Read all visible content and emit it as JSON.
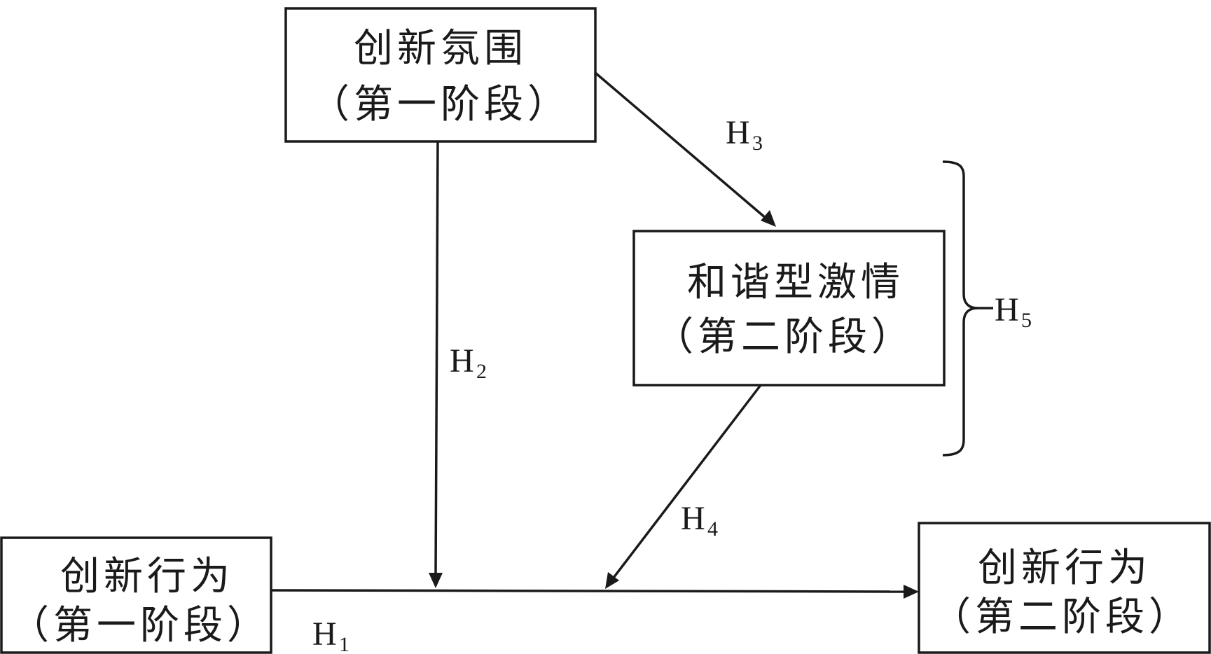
{
  "nodes": {
    "climate": {
      "line1": "创新氛围",
      "line2": "（第一阶段）"
    },
    "passion": {
      "line1": "和谐型激情",
      "line2": "（第二阶段）"
    },
    "behavior_t1": {
      "line1": "创新行为",
      "line2": "（第一阶段）"
    },
    "behavior_t2": {
      "line1": "创新行为",
      "line2": "（第二阶段）"
    }
  },
  "hypotheses": {
    "h1": {
      "letter": "H",
      "sub": "1"
    },
    "h2": {
      "letter": "H",
      "sub": "2"
    },
    "h3": {
      "letter": "H",
      "sub": "3"
    },
    "h4": {
      "letter": "H",
      "sub": "4"
    },
    "h5": {
      "letter": "H",
      "sub": "5"
    }
  }
}
